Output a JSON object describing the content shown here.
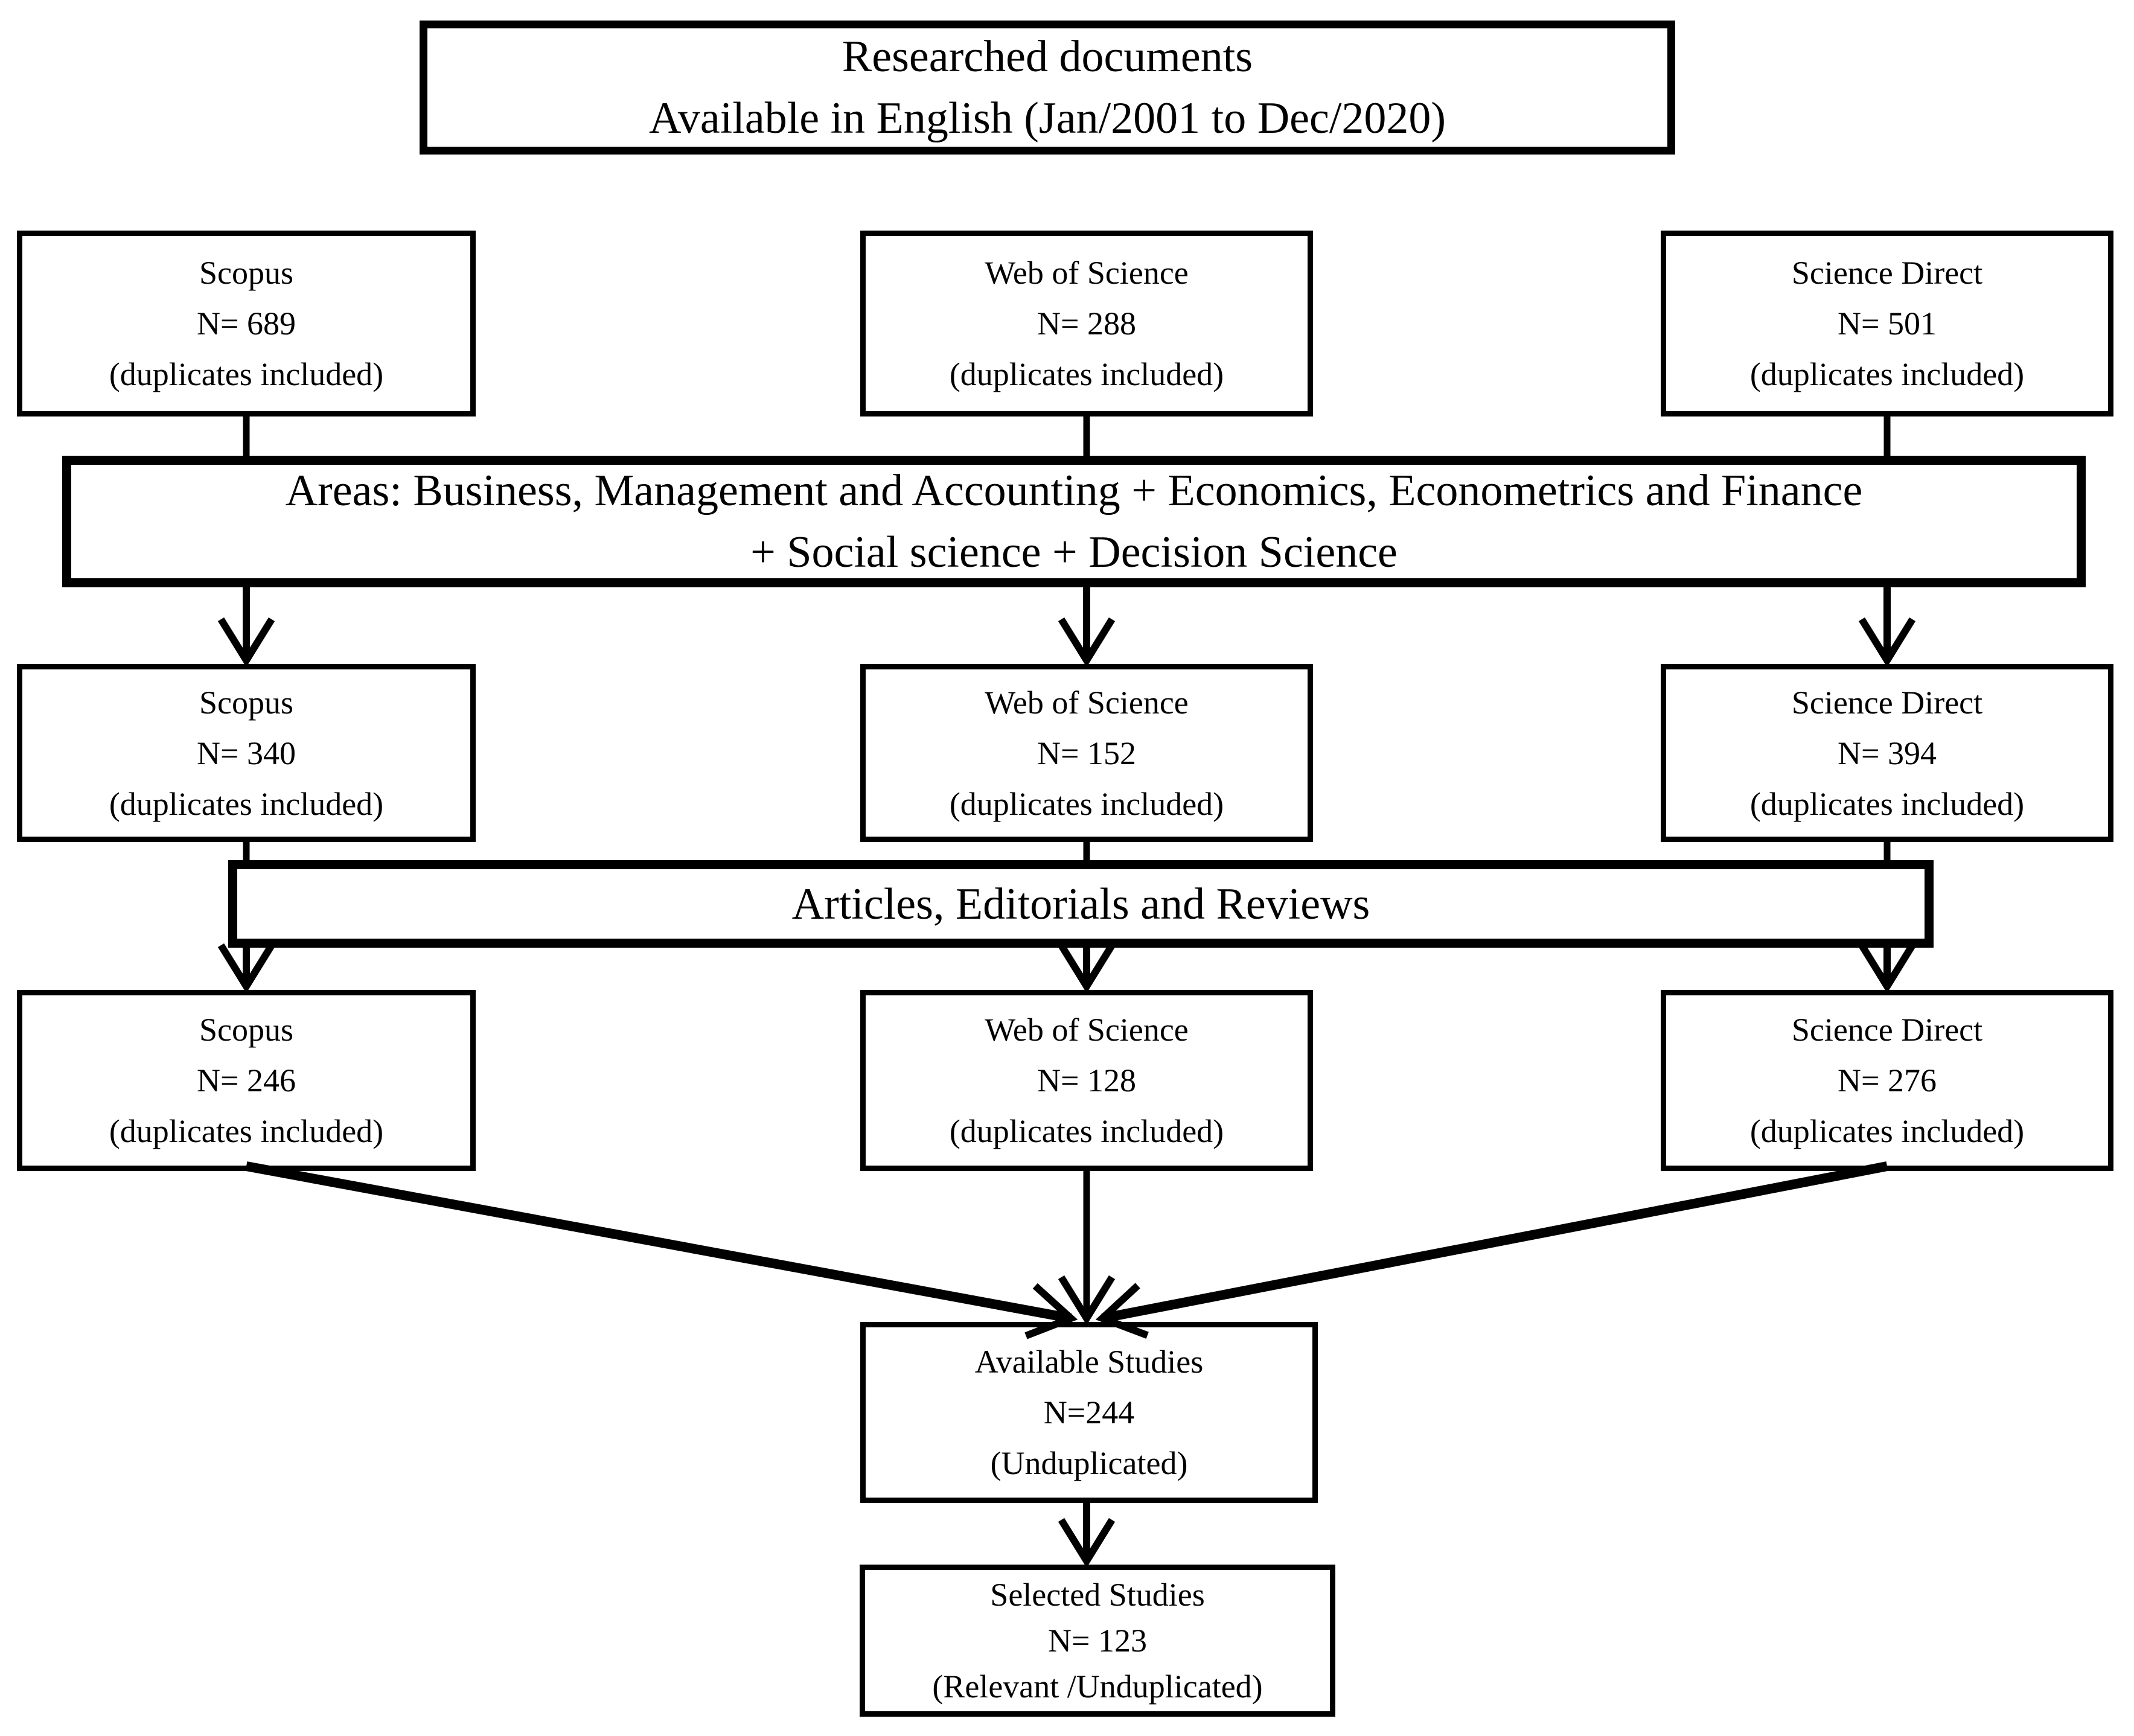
{
  "diagram": {
    "title_box": {
      "line1": "Researched documents",
      "line2": "Available in English (Jan/2001 to Dec/2020)"
    },
    "area_filter_box": {
      "line1": "Areas: Business, Management and Accounting + Economics, Econometrics and Finance",
      "line2": "+ Social science + Decision Science"
    },
    "doctype_filter_box": {
      "line1": "Articles, Editorials and Reviews"
    },
    "sources_rows": [
      {
        "stage": "initial-search",
        "boxes": [
          {
            "source": "Scopus",
            "n": "N= 689",
            "note": "(duplicates included)"
          },
          {
            "source": "Web of Science",
            "n": "N= 288",
            "note": "(duplicates included)"
          },
          {
            "source": "Science Direct",
            "n": "N= 501",
            "note": "(duplicates included)"
          }
        ]
      },
      {
        "stage": "after-area-filter",
        "boxes": [
          {
            "source": "Scopus",
            "n": "N= 340",
            "note": "(duplicates included)"
          },
          {
            "source": "Web of Science",
            "n": "N= 152",
            "note": "(duplicates included)"
          },
          {
            "source": "Science Direct",
            "n": "N= 394",
            "note": "(duplicates included)"
          }
        ]
      },
      {
        "stage": "after-doctype-filter",
        "boxes": [
          {
            "source": "Scopus",
            "n": "N= 246",
            "note": "(duplicates included)"
          },
          {
            "source": "Web of Science",
            "n": "N= 128",
            "note": "(duplicates included)"
          },
          {
            "source": "Science Direct",
            "n": "N= 276",
            "note": "(duplicates included)"
          }
        ]
      }
    ],
    "available_box": {
      "title": "Available Studies",
      "n": "N=244",
      "note": "(Unduplicated)"
    },
    "selected_box": {
      "title": "Selected Studies",
      "n": "N= 123",
      "note": "(Relevant /Unduplicated)"
    },
    "colors": {
      "ink": "#000000",
      "background": "#ffffff"
    }
  }
}
